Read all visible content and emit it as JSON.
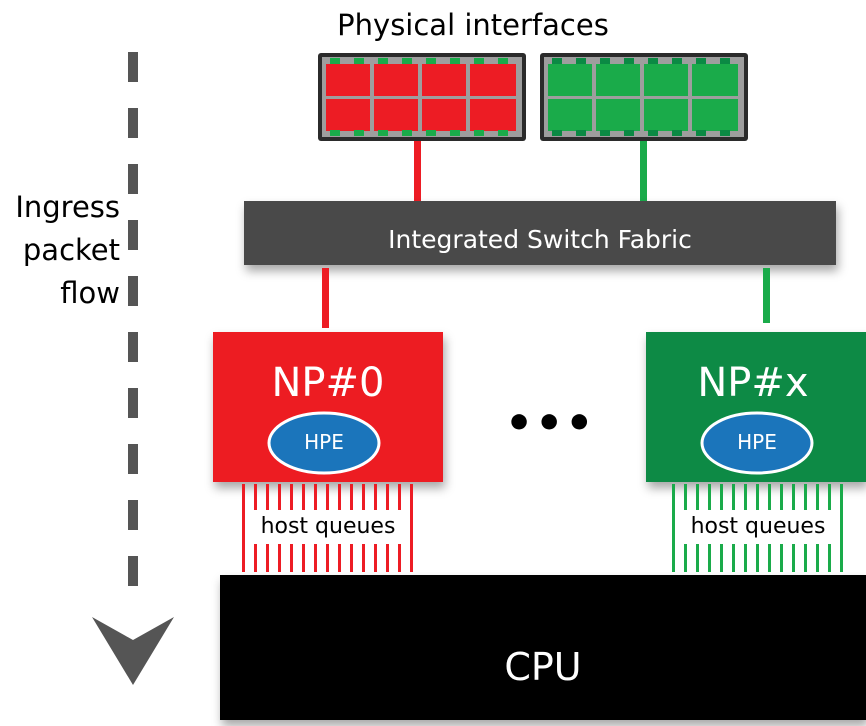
{
  "title": "Physical interfaces",
  "ingress_label": [
    "Ingress",
    "packet",
    "flow"
  ],
  "fabric_label": "Integrated Switch Fabric",
  "np0": {
    "label": "NP#0",
    "hpe": "HPE",
    "queues": "host queues"
  },
  "npx": {
    "label": "NP#x",
    "hpe": "HPE",
    "queues": "host queues"
  },
  "ellipsis": "•••",
  "cpu_label": "CPU",
  "colors": {
    "red": "#ed1c24",
    "green": "#0b8a44",
    "light_green": "#1aab4a",
    "hpe_blue": "#1b75bb",
    "fabric": "#4a4a4a",
    "cpu": "#000000"
  }
}
